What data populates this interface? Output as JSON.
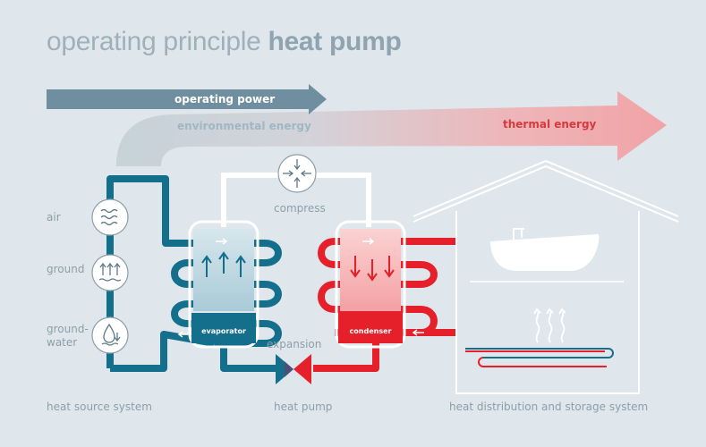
{
  "title": {
    "light": "operating principle ",
    "bold": "heat pump"
  },
  "arrows": {
    "operating_power": "operating power",
    "environmental_energy": "environmental energy",
    "thermal_energy": "thermal energy"
  },
  "sources": {
    "air": "air",
    "ground": "ground",
    "groundwater_1": "ground-",
    "groundwater_2": "water"
  },
  "components": {
    "compress": "compress",
    "evaporator": "evaporator",
    "condenser": "condenser",
    "expansion": "expansion"
  },
  "sections": {
    "heat_source_system": "heat source system",
    "heat_pump": "heat pump",
    "heat_distribution": "heat distribution and storage system"
  },
  "colors": {
    "background": "#dfe7ec",
    "blue": "#146f8d",
    "red": "#e5202a",
    "grey": "#8d9ea9",
    "white": "#ffffff"
  },
  "icons": [
    "air-waves-icon",
    "ground-arrows-icon",
    "groundwater-drop-icon",
    "compressor-icon",
    "bathtub-icon",
    "floor-heating-steam-icon"
  ]
}
